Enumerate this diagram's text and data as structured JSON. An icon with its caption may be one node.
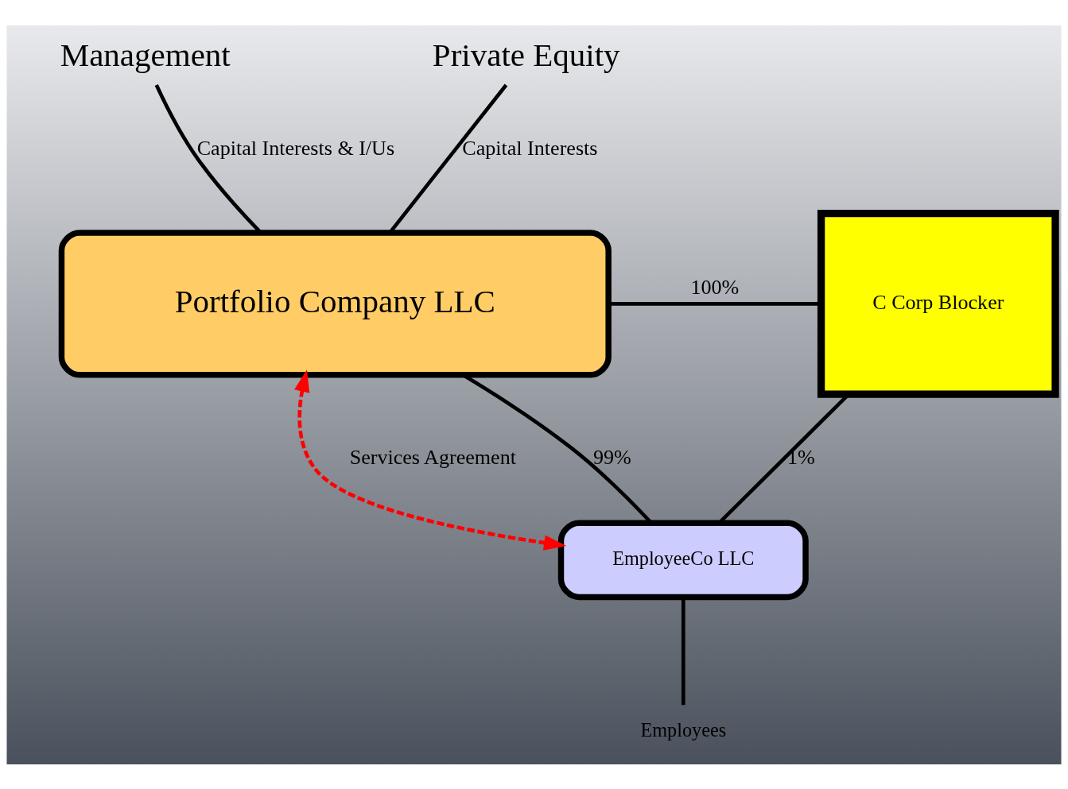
{
  "diagram": {
    "nodes": [
      {
        "text": [
          "Management"
        ]
      },
      {
        "text": [
          "Private Equity"
        ]
      },
      {
        "text": [
          "Portfolio Company LLC"
        ]
      },
      {
        "text": [
          "C Corp Blocker"
        ]
      },
      {
        "text": [
          "EmployeeCo LLC"
        ]
      },
      {
        "text": [
          "Employees"
        ]
      }
    ],
    "edges": [
      {
        "from": 0,
        "to": 2,
        "arrow": "none",
        "label": "Capital Interests & I/Us"
      },
      {
        "from": 1,
        "to": 2,
        "arrow": "none",
        "label": "Capital Interests"
      },
      {
        "from": 2,
        "to": 3,
        "arrow": "none",
        "label": "100%"
      },
      {
        "from": 2,
        "to": 4,
        "arrow": "both",
        "label": "Services Agreement",
        "style": "dashed",
        "color": "#ff0000"
      },
      {
        "from": 2,
        "to": 4,
        "arrow": "none",
        "label": "99%"
      },
      {
        "from": 3,
        "to": 4,
        "arrow": "none",
        "label": "1%"
      },
      {
        "from": 4,
        "to": 5,
        "arrow": "none"
      }
    ]
  }
}
